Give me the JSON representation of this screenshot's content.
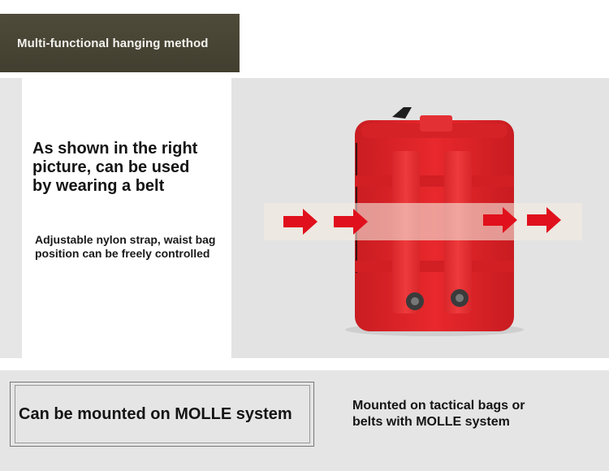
{
  "header": {
    "title": "Multi-functional hanging method",
    "background_color": "#4b4838"
  },
  "belt_section": {
    "main_text": "As shown in the right\npicture, can be used\nby wearing a belt",
    "sub_text": "Adjustable nylon strap, waist bag\nposition can be freely controlled",
    "arrow_color": "#e0101c",
    "product_color": "#e8282c"
  },
  "molle_section": {
    "box_text": "Can be mounted on MOLLE system",
    "description": "Mounted on tactical bags or\nbelts with MOLLE system"
  }
}
